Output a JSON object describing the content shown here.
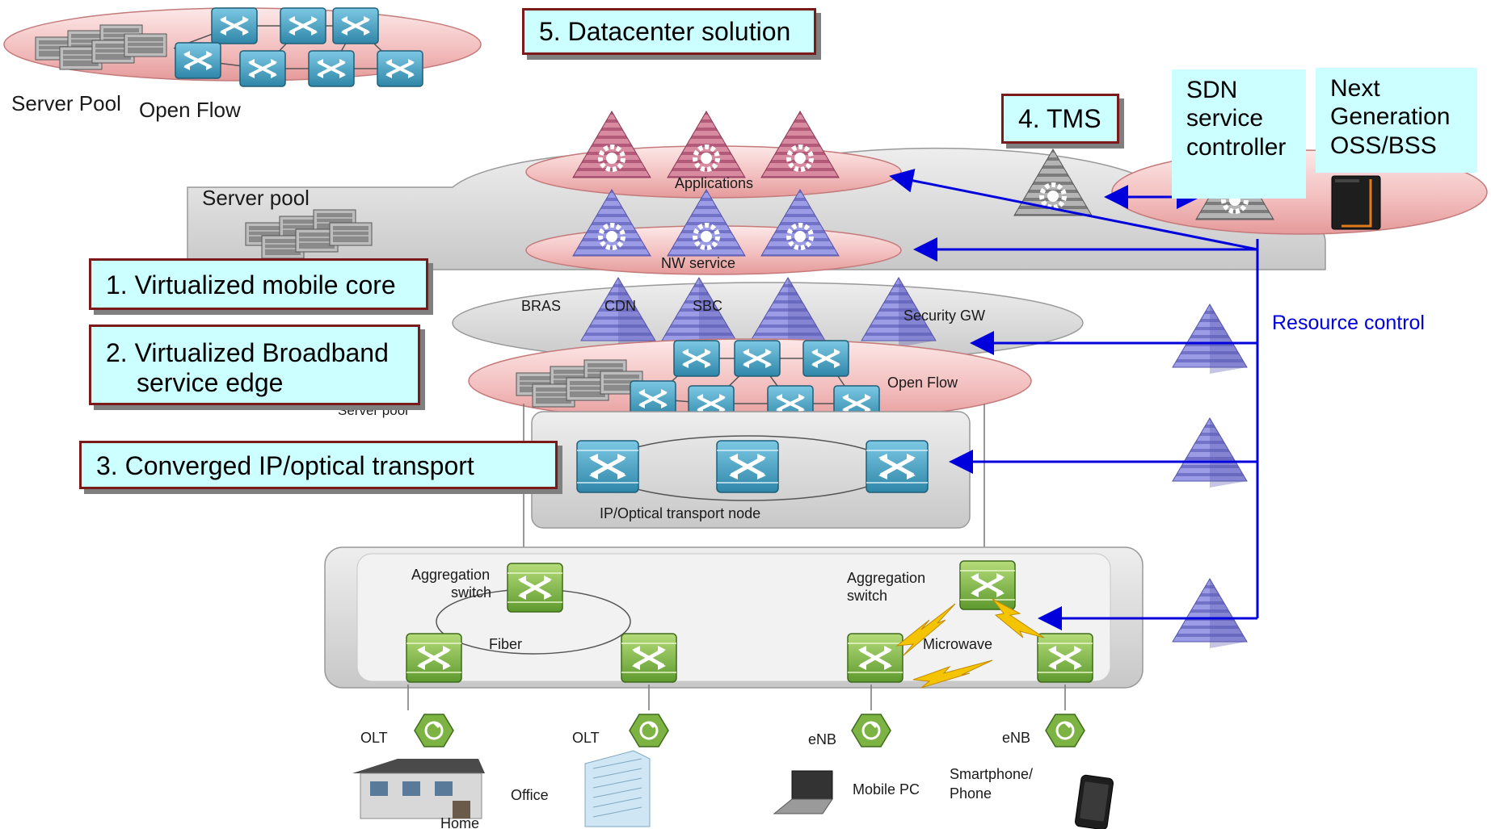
{
  "labels": {
    "box5": "5. Datacenter solution",
    "box4": "4. TMS",
    "box1": "1. Virtualized mobile core",
    "box2_line1": "2. Virtualized Broadband",
    "box2_line2": "service edge",
    "box3": "3. Converged IP/optical transport",
    "sdn_line1": "SDN",
    "sdn_line2": "service",
    "sdn_line3": "controller",
    "oss_line1": "Next",
    "oss_line2": "Generation",
    "oss_line3": "OSS/BSS",
    "server_pool_top": "Server Pool",
    "open_flow_top": "Open Flow",
    "server_pool_mid": "Server pool",
    "applications": "Applications",
    "nw_service": "NW service",
    "bras": "BRAS",
    "cdn": "CDN",
    "sbc": "SBC",
    "security_gw": "Security GW",
    "open_flow_mid": "Open Flow",
    "server_pool_small": "Server pool",
    "ip_optical": "IP/Optical  transport node",
    "resource_control": "Resource control",
    "agg_switch_left_1": "Aggregation",
    "agg_switch_left_2": "switch",
    "agg_switch_right_1": "Aggregation",
    "agg_switch_right_2": "switch",
    "fiber": "Fiber",
    "microwave": "Microwave",
    "olt_left": "OLT",
    "olt_right": "OLT",
    "enb_left": "eNB",
    "enb_right": "eNB",
    "home": "Home",
    "office": "Office",
    "mobile_pc": "Mobile PC",
    "smartphone_1": "Smartphone/",
    "smartphone_2": "Phone"
  },
  "colors": {
    "box_fill": "#ccffff",
    "box_border": "#7a1a1a",
    "arrow_blue": "#0000dd",
    "switch_blue": "#3a9cc0",
    "switch_green": "#7cb342",
    "pyramid_purple": "#8a8ad8",
    "pyramid_pink": "#c8708c",
    "pyramid_gray": "#9a9a9a",
    "ellipse_pink": "#f4c8c8"
  }
}
